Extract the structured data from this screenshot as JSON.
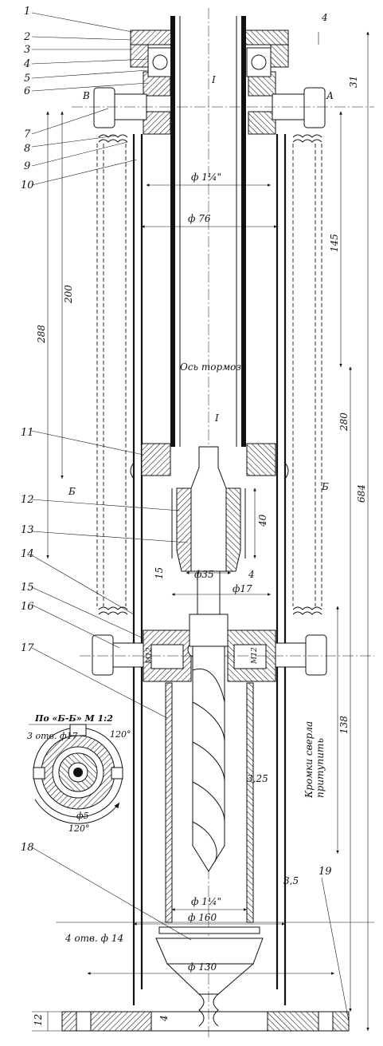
{
  "callouts": [
    "1",
    "2",
    "3",
    "4",
    "5",
    "6",
    "7",
    "8",
    "9",
    "10",
    "11",
    "12",
    "13",
    "14",
    "15",
    "16",
    "17",
    "18",
    "19"
  ],
  "dimensions": {
    "top_4": "4",
    "d31": "31",
    "d1_1_4": "ф 1¼\"",
    "d76": "ф 76",
    "d145": "145",
    "d200": "200",
    "d288": "288",
    "d280": "280",
    "d684": "684",
    "d40": "40",
    "d15": "15",
    "d35": "ф35",
    "d4_mid": "4",
    "d17": "ф17",
    "d138": "138",
    "d3_25": "3,25",
    "d1_1_4_low": "ф 1¼\"",
    "d3_5": "3,5",
    "d160": "ф 160",
    "d130": "ф 130",
    "d4_bottom": "4",
    "d12": "12",
    "holes14": "4 отв. ф 14"
  },
  "labels": {
    "axis_brake": "Ось тормоза",
    "section_I_top": "I",
    "section_I_mid": "I",
    "marker_A": "А",
    "marker_B_top": "В",
    "marker_B_left": "Б",
    "marker_B_right": "Б",
    "m12_left": "М12",
    "m12_right": "М12",
    "drill_note_1": "Кромки сверла",
    "drill_note_2": "притупить"
  },
  "section_view": {
    "title": "По «Б-Б» М 1:2",
    "holes": "3 отв. ф17",
    "angle_top": "120°",
    "angle_bottom": "120°",
    "d5": "ф5"
  }
}
